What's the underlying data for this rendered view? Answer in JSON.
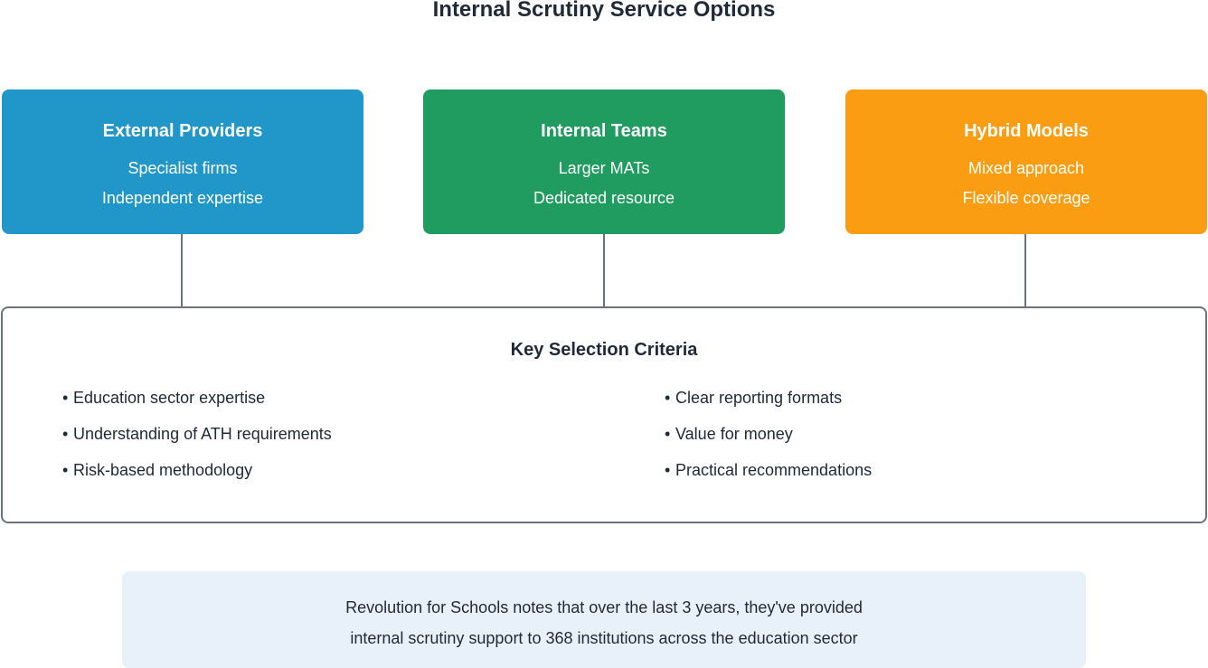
{
  "title": "Internal Scrutiny Service Options",
  "options": [
    {
      "title": "External Providers",
      "lines": [
        "Specialist firms",
        "Independent expertise"
      ],
      "color": "#2196c9"
    },
    {
      "title": "Internal Teams",
      "lines": [
        "Larger MATs",
        "Dedicated resource"
      ],
      "color": "#219c60"
    },
    {
      "title": "Hybrid Models",
      "lines": [
        "Mixed approach",
        "Flexible coverage"
      ],
      "color": "#fb9d12"
    }
  ],
  "criteria": {
    "title": "Key Selection Criteria",
    "left_items": [
      "Education sector expertise",
      "Understanding of ATH requirements",
      "Risk-based methodology"
    ],
    "right_items": [
      "Clear reporting formats",
      "Value for money",
      "Practical recommendations"
    ],
    "bullet": "•"
  },
  "note": {
    "lines": [
      "Revolution for Schools notes that over the last 3 years, they've provided",
      "internal scrutiny support to 368 institutions across the education sector"
    ],
    "background": "#e8f0fa"
  },
  "colors": {
    "connector": "#6b7280",
    "text": "#1f2937"
  }
}
